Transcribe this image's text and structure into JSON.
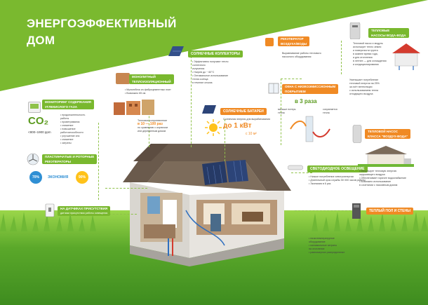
{
  "title_line1": "ЭНЕРГОЭФФЕКТИВНЫЙ",
  "title_line2": "ДОМ",
  "colors": {
    "green": "#7ab92f",
    "orange": "#f08a24",
    "grass": "#5aa82a"
  },
  "co2": {
    "header_line1": "МОНИТОРИНГ СОДЕРЖАНИЯ",
    "header_line2": "УГЛЕКИСЛОГО ГАЗА",
    "symbol": "CO₂",
    "range": "<800–1900 ppm",
    "bullets": [
      "• продолжительность",
      "работы",
      "• проветривания",
      "• снижение",
      "• повышение",
      "работоспособности",
      "• улучшение сна",
      "• снижение",
      "• затраты"
    ]
  },
  "facade": {
    "header_line1": "МОНОЛИТНЫЙ",
    "header_line2": "ТЕПЛОИЗОЛЯЦИОННЫЙ",
    "bullets": [
      "• Мультиблок из фиброцементных плит",
      "• Возможно 65 см"
    ],
    "note_line1": "Тепловое сопротивление",
    "value": "в 10 — 100 раз",
    "note_line2": "по сравнению с кирпичом",
    "note_line3": "или деревянным домом"
  },
  "solar_collectors": {
    "header": "СОЛНЕЧНЫЕ КОЛЛЕКТОРЫ",
    "bullets": [
      "• Эффективно получают тепло",
      "солнечного",
      "излучения",
      "• Нагрев до ~ 60°С",
      "• Оптимальное использование",
      "тепла солнца",
      "в течение сезона"
    ]
  },
  "recuperator": {
    "header_line1": "РЕКУПЕРАТОР",
    "header_line2": "ВОЗДУХА/ВОДЫ",
    "text": [
      "Выравнивание работы теплового",
      "насосного оборудования"
    ]
  },
  "heat_pump_top": {
    "header_line1": "ТЕПЛОВЫЕ",
    "header_line2": "НАСОСЫ ВОДА-ВОДА",
    "text": [
      "Тепловой насос и модуль",
      "использует тепло земли",
      "и поверхности грунта",
      "в зимнее время года,",
      "а для отопления",
      "в летнее — для охлаждения",
      "и кондиционирования"
    ]
  },
  "solar_battery": {
    "header": "СОЛНЕЧНЫЕ БАТАРЕИ",
    "note": "Солнечная энергия для вырабатывания",
    "value": "до 1 кВт",
    "area": "с 10 м²"
  },
  "windows": {
    "header_line1": "ОКНА С НИЗКОЭМИССИОННЫМ",
    "header_line2": "ПОКРЫТИЕМ",
    "value": "в 3 раза",
    "label_left_line1": "меньше потерь",
    "label_left_line2": "тепла",
    "label_right_line1": "сохраняется",
    "label_right_line2": "тепла"
  },
  "ventilation": {
    "header_line1": "ПЛАСТИНЧАТЫЕ И РОТОРНЫЕ",
    "header_line2": "РЕКУПЕРАТОРЫ",
    "economy": "ЭКОНОМИЯ",
    "pct1": "70%",
    "pct2": "90%"
  },
  "led": {
    "header": "СВЕТОДИОДНОЕ ОСВЕЩЕНИЕ",
    "text": [
      "• Низкое потребление электроэнергии",
      "• Длительный срок службы 50 000 часов работы",
      "• Экономия в 6 раз"
    ]
  },
  "water_heat_pump": {
    "header_line1": "ТЕПЛОВОЙ НАСОС",
    "header_line2": "КЛАССА \"ВОЗДУХ-ВОДА\"",
    "text": [
      "• Использует тепловую энергию",
      "окружающего воздуха",
      "• Обеспечивает горячее водоснабжение",
      "• Возможно использование",
      "в сочетании с пассивным домом"
    ]
  },
  "presence_sensors": {
    "header_line1": "НА ДАТЧИКАХ ПРИСУТСТВИЯ",
    "header_line2": "датчики присутствия работы освещения"
  },
  "warm_floor": {
    "header": "ТЕПЛЫЙ ПОЛ И СТЕНЫ",
    "text": [
      "• низкотемпературное",
      "оборудование",
      "• минимальные затраты",
      "на отопление",
      "• равномерное распределение"
    ]
  },
  "right_text": [
    "Уменьшает потребление",
    "тепловой энергии на 25%",
    "за счёт вентиляции",
    "с использованием тепла",
    "отходящего воздуха"
  ]
}
